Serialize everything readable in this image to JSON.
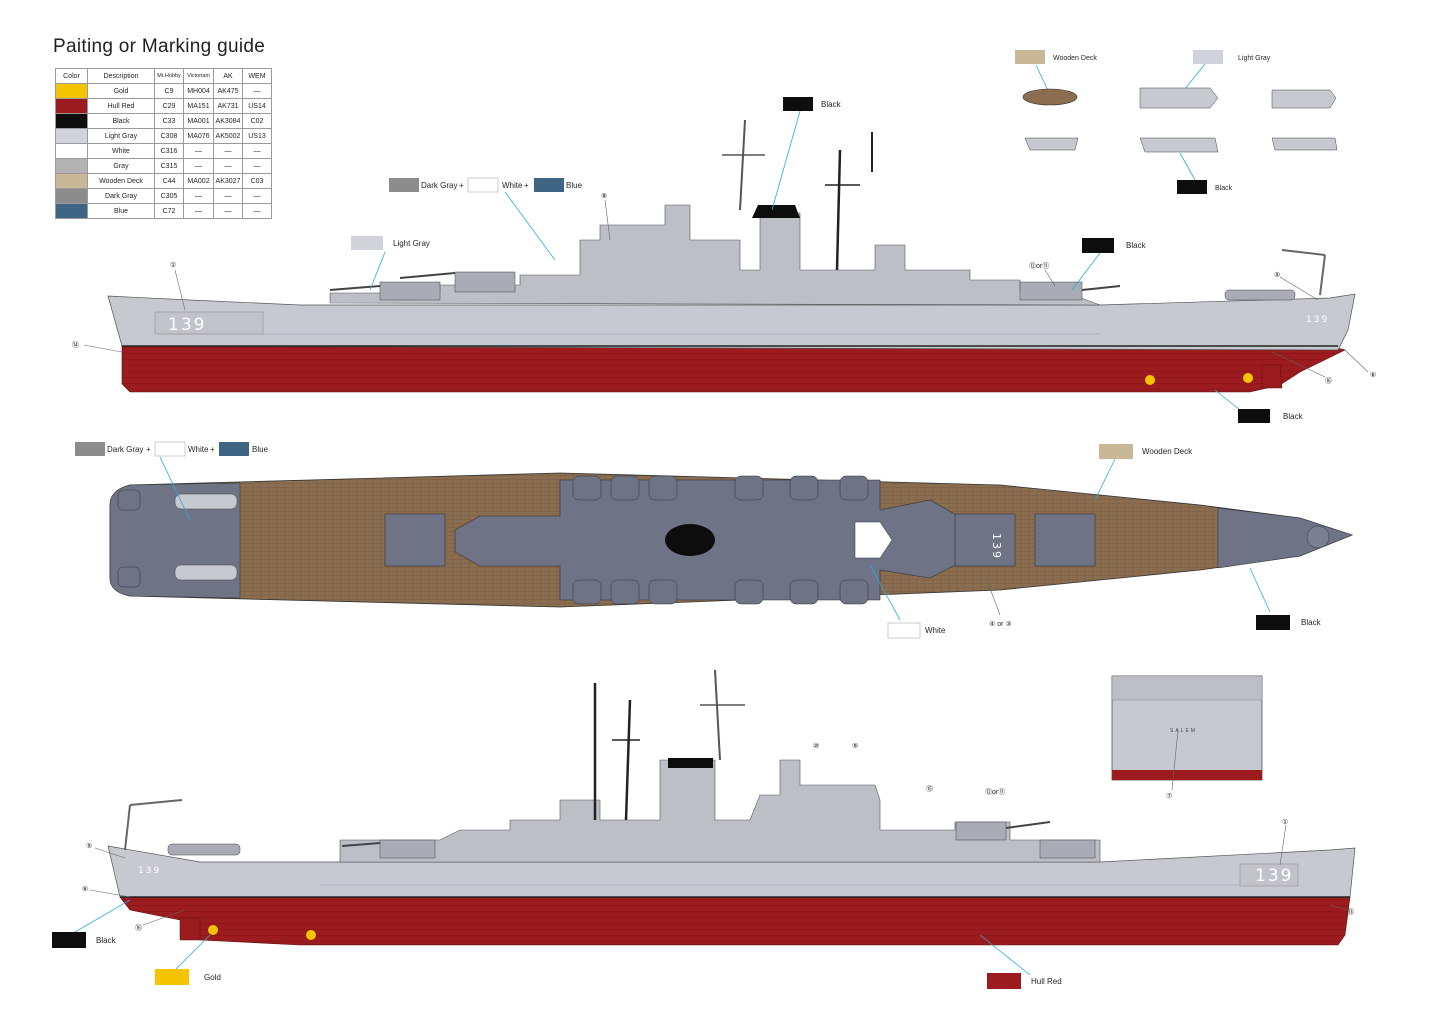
{
  "title": "Paiting or Marking guide",
  "table": {
    "headers": [
      "Color",
      "Description",
      "Mr.Hobby",
      "Victoriam",
      "AK",
      "WEM"
    ],
    "rows": [
      {
        "swatch": "#f5c400",
        "description": "Gold",
        "mrhobby": "C9",
        "victoriam": "MH004",
        "ak": "AK475",
        "wem": "—"
      },
      {
        "swatch": "#9b1b1e",
        "description": "Hull Red",
        "mrhobby": "C29",
        "victoriam": "MA151",
        "ak": "AK731",
        "wem": "US14"
      },
      {
        "swatch": "#0d0d0d",
        "description": "Black",
        "mrhobby": "C33",
        "victoriam": "MA001",
        "ak": "AK3084",
        "wem": "C02"
      },
      {
        "swatch": "#d0d3dc",
        "description": "Light Gray",
        "mrhobby": "C308",
        "victoriam": "MA076",
        "ak": "AK5002",
        "wem": "US13"
      },
      {
        "swatch": "#ffffff",
        "description": "White",
        "mrhobby": "C316",
        "victoriam": "—",
        "ak": "—",
        "wem": "—"
      },
      {
        "swatch": "#b3b3b3",
        "description": "Gray",
        "mrhobby": "C315",
        "victoriam": "—",
        "ak": "—",
        "wem": "—"
      },
      {
        "swatch": "#c8b898",
        "description": "Wooden Deck",
        "mrhobby": "C44",
        "victoriam": "MA002",
        "ak": "AK3027",
        "wem": "C03"
      },
      {
        "swatch": "#8c8c8c",
        "description": "Dark Gray",
        "mrhobby": "C305",
        "victoriam": "—",
        "ak": "—",
        "wem": "—"
      },
      {
        "swatch": "#3f6585",
        "description": "Blue",
        "mrhobby": "C72",
        "victoriam": "—",
        "ak": "—",
        "wem": "—"
      }
    ]
  },
  "labels": {
    "black": "Black",
    "light_gray": "Light Gray",
    "dark_gray": "Dark Gray",
    "white": "White",
    "blue": "Blue",
    "wooden_deck": "Wooden Deck",
    "gold": "Gold",
    "hull_red": "Hull Red",
    "plus": "+",
    "hull_number": "139",
    "stern_name": "SALEM",
    "or12_11": "⑫or⑪",
    "or4_3": "④ or ③"
  },
  "callouts": {
    "n1": "①",
    "n5": "⑤",
    "n6": "⑥",
    "n7": "⑦",
    "n8": "⑧",
    "n9": "⑨",
    "n10": "⑩",
    "n13": "⑬",
    "n14": "⑭",
    "n15": "⑮",
    "n16": "⑯"
  },
  "colors": {
    "hull_gray": "#c6c9d0",
    "superstructure_gray": "#bcbfc6",
    "hull_red": "#9b1b1e",
    "deck_wood": "#8b6d4f",
    "deck_gray": "#6e7386",
    "black": "#0d0d0d",
    "leader_line": "#29abe2"
  }
}
